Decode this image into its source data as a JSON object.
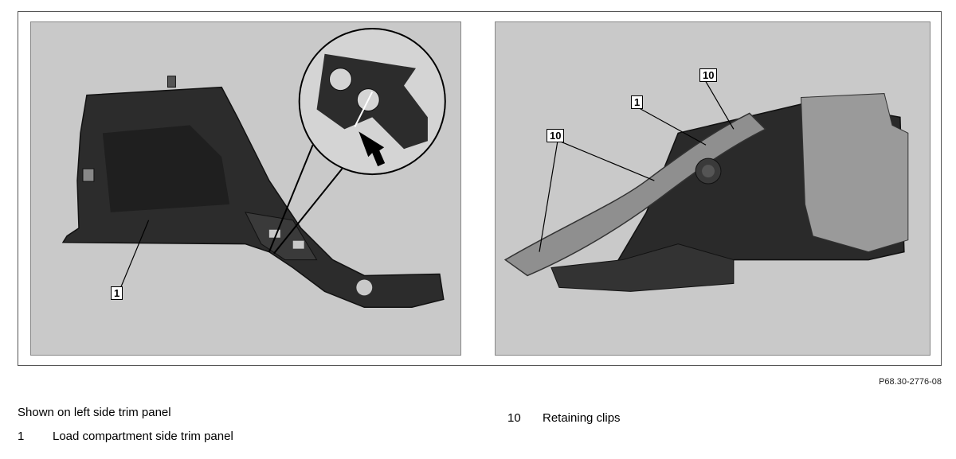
{
  "figure": {
    "left_photo": {
      "callouts": [
        "1"
      ]
    },
    "right_photo": {
      "callouts": [
        "10",
        "1",
        "10"
      ]
    },
    "code": "P68.30-2776-08"
  },
  "legend": {
    "intro": "Shown on left side trim panel",
    "items": [
      {
        "number": "1",
        "label": "Load compartment side trim panel"
      },
      {
        "number": "10",
        "label": "Retaining clips"
      }
    ]
  }
}
